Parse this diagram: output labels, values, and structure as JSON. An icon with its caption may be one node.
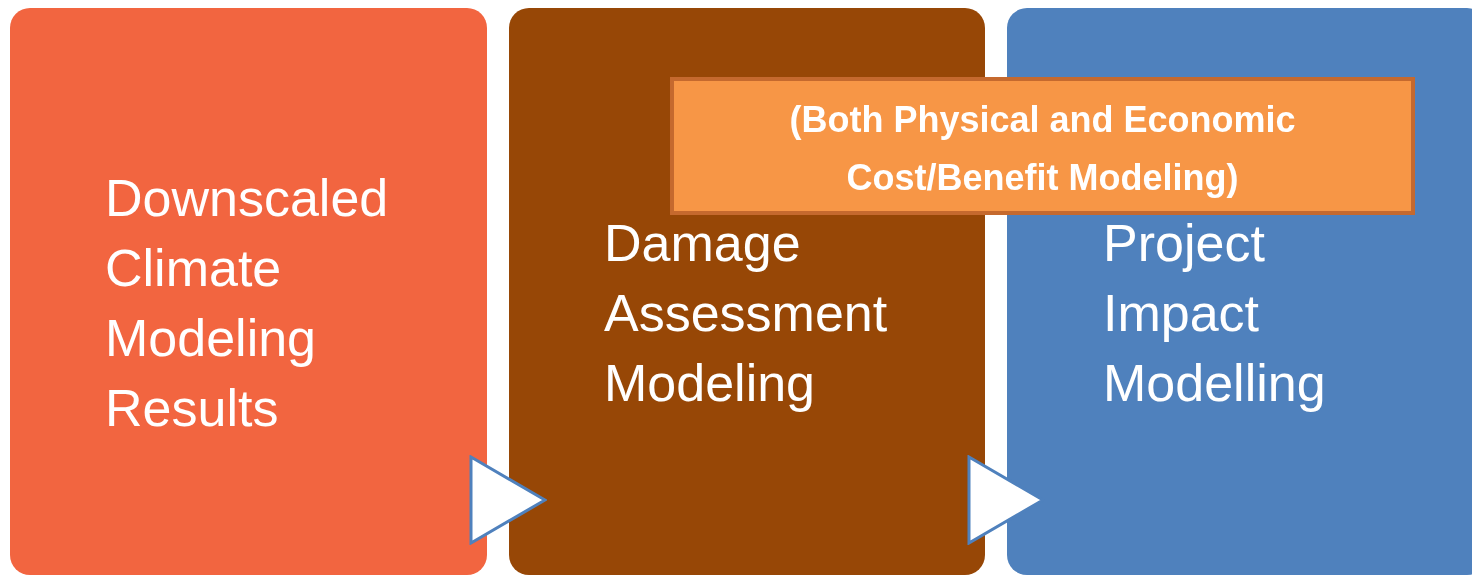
{
  "diagram": {
    "nodes": [
      {
        "text": [
          "Downscaled Climate Modeling Results"
        ]
      },
      {
        "text": [
          "Damage Assessment Modeling"
        ]
      },
      {
        "text": [
          "Project Impact Modelling"
        ]
      },
      {
        "text": [
          "(Both Physical and Economic Cost/Benefit Modeling)"
        ]
      }
    ],
    "edges": [
      {
        "from": 0,
        "to": 1,
        "arrow": "to"
      },
      {
        "from": 1,
        "to": 2,
        "arrow": "to"
      }
    ]
  }
}
